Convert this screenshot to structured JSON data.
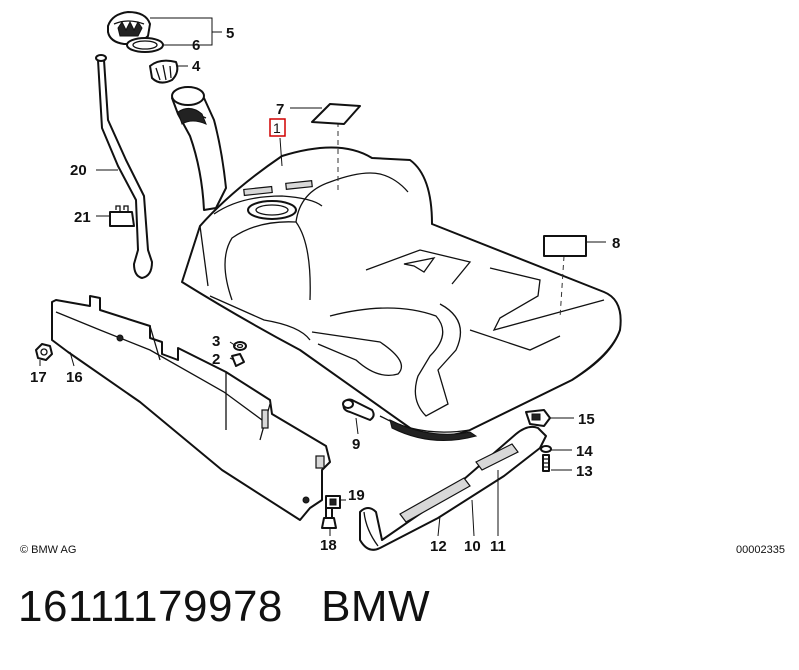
{
  "copyright": "© BMW AG",
  "drawing_number": "00002335",
  "caption": {
    "part_number": "16111179978",
    "brand": "BMW"
  },
  "highlight_color": "#d10000",
  "callouts": {
    "n1": "1",
    "n2": "2",
    "n3": "3",
    "n4": "4",
    "n5": "5",
    "n6": "6",
    "n7": "7",
    "n8": "8",
    "n9": "9",
    "n10": "10",
    "n11": "11",
    "n12": "12",
    "n13": "13",
    "n14": "14",
    "n15": "15",
    "n16": "16",
    "n17": "17",
    "n18": "18",
    "n19": "19",
    "n20": "20",
    "n21": "21"
  }
}
